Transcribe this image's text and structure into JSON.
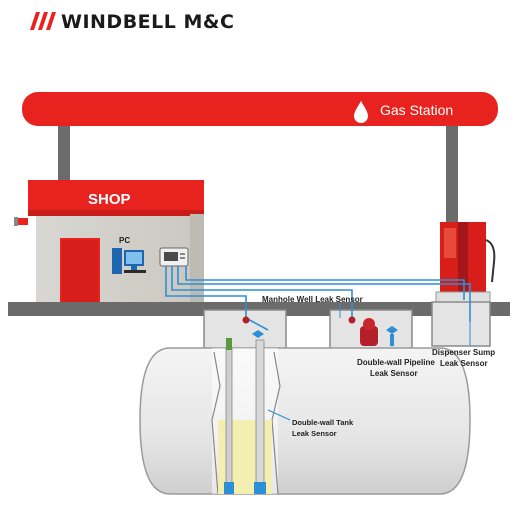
{
  "brand": {
    "name": "WINDBELL M&C"
  },
  "canopy": {
    "label": "Gas Station"
  },
  "shop": {
    "label": "SHOP",
    "pc_label": "PC"
  },
  "sensors": {
    "manhole": "Manhole Well Leak Sensor",
    "pipeline_line1": "Double-wall Pipeline",
    "pipeline_line2": "Leak Sensor",
    "sump_line1": "Dispenser Sump",
    "sump_line2": "Leak Sensor",
    "tank_line1": "Double-wall Tank",
    "tank_line2": "Leak Sensor"
  },
  "colors": {
    "brand_red": "#e8231f",
    "cable_blue": "#2d8fd5",
    "ground": "#6b6b6b",
    "tank": "#e8e8e8",
    "liquid": "#f2efb0",
    "sensor_red": "#b3202a"
  },
  "icons": [
    "windbell-logo-icon",
    "fuel-drop-icon",
    "pc-icon",
    "controller-icon",
    "flag-icon"
  ]
}
